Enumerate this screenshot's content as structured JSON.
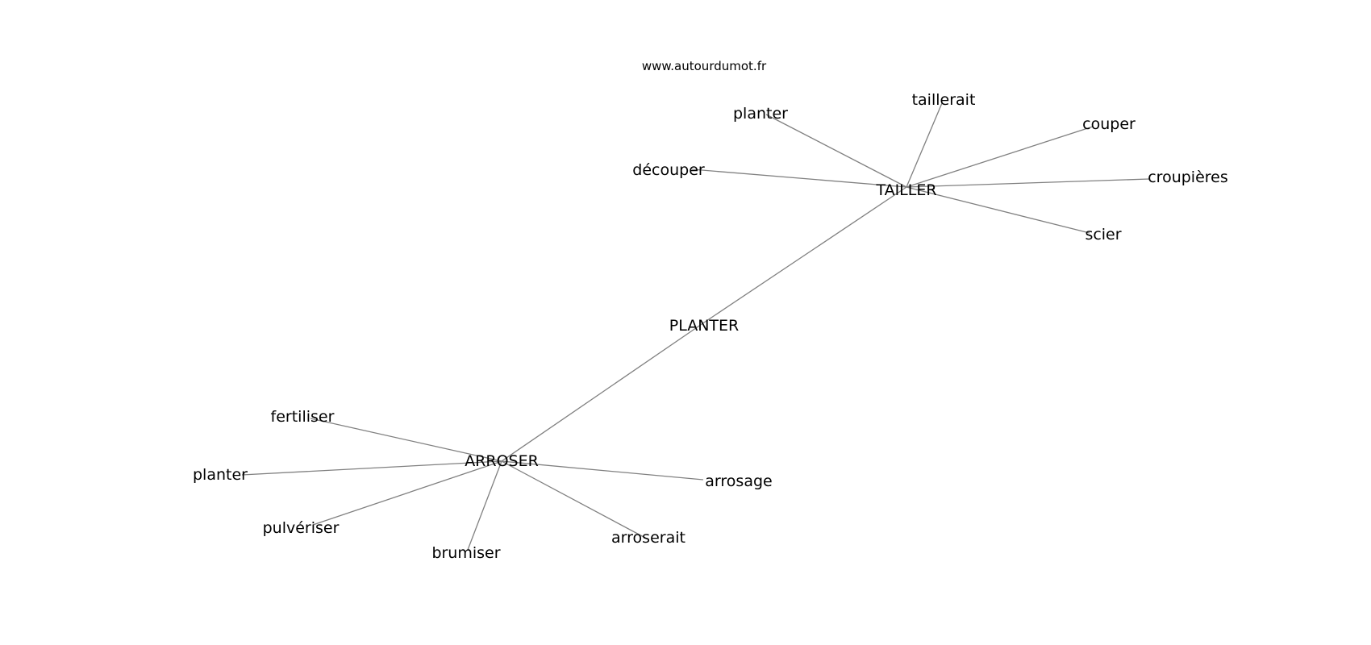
{
  "watermark": "www.autourdumot.fr",
  "colors": {
    "edge": "#808080",
    "text": "#000000",
    "background": "#ffffff"
  },
  "graph": {
    "nodes": [
      {
        "id": "planter_center",
        "label": "PLANTER"
      },
      {
        "id": "tailler",
        "label": "TAILLER"
      },
      {
        "id": "arroser",
        "label": "ARROSER"
      },
      {
        "id": "t_planter",
        "label": "planter"
      },
      {
        "id": "t_taillerait",
        "label": "taillerait"
      },
      {
        "id": "t_couper",
        "label": "couper"
      },
      {
        "id": "t_decouper",
        "label": "découper"
      },
      {
        "id": "t_croupieres",
        "label": "croupières"
      },
      {
        "id": "t_scier",
        "label": "scier"
      },
      {
        "id": "a_fertiliser",
        "label": "fertiliser"
      },
      {
        "id": "a_planter",
        "label": "planter"
      },
      {
        "id": "a_pulveriser",
        "label": "pulvériser"
      },
      {
        "id": "a_brumiser",
        "label": "brumiser"
      },
      {
        "id": "a_arroserait",
        "label": "arroserait"
      },
      {
        "id": "a_arrosage",
        "label": "arrosage"
      }
    ],
    "edges": [
      [
        "tailler",
        "planter_center"
      ],
      [
        "planter_center",
        "arroser"
      ],
      [
        "tailler",
        "t_planter"
      ],
      [
        "tailler",
        "t_taillerait"
      ],
      [
        "tailler",
        "t_couper"
      ],
      [
        "tailler",
        "t_decouper"
      ],
      [
        "tailler",
        "t_croupieres"
      ],
      [
        "tailler",
        "t_scier"
      ],
      [
        "arroser",
        "a_fertiliser"
      ],
      [
        "arroser",
        "a_planter"
      ],
      [
        "arroser",
        "a_pulveriser"
      ],
      [
        "arroser",
        "a_brumiser"
      ],
      [
        "arroser",
        "a_arroserait"
      ],
      [
        "arroser",
        "a_arrosage"
      ]
    ]
  }
}
